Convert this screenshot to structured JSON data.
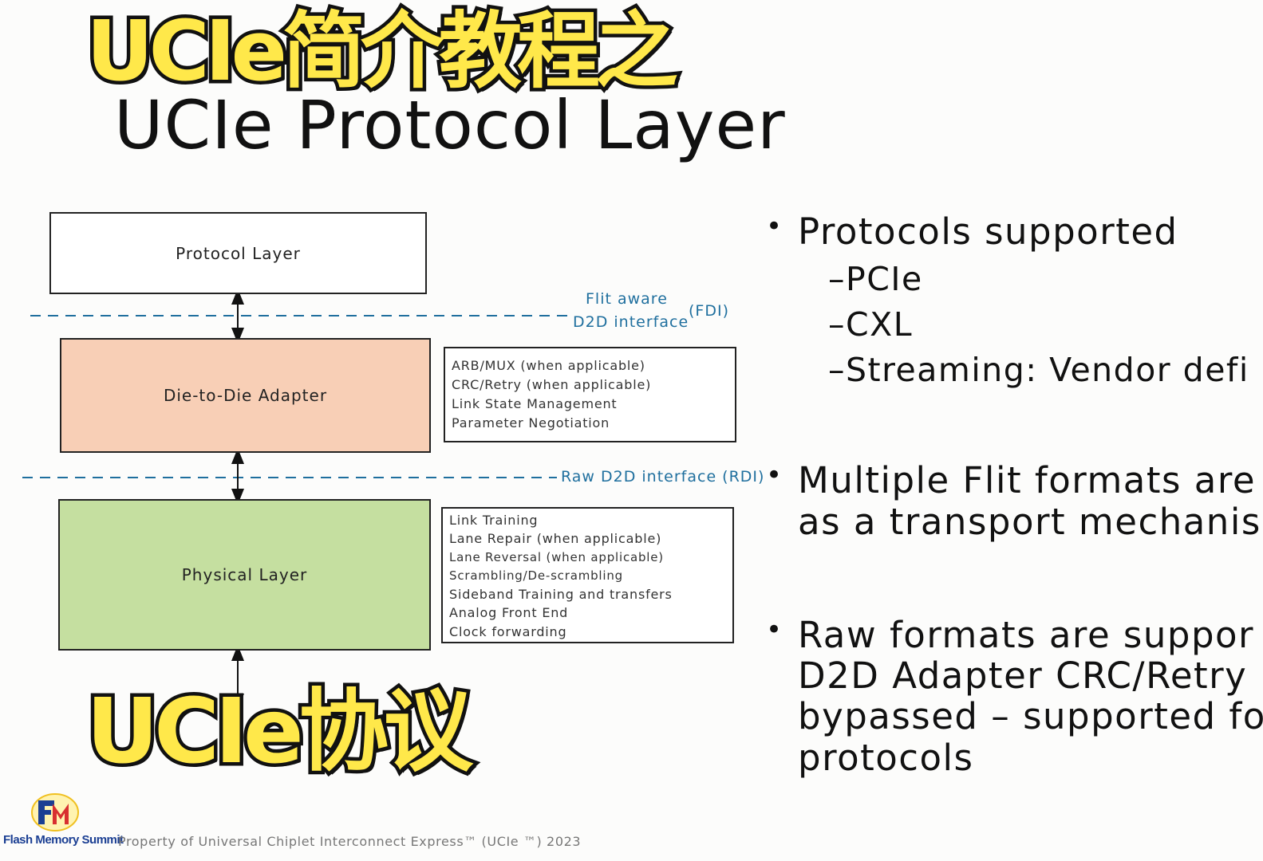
{
  "overlay": {
    "top_title": "UCIe简介教程之",
    "bottom_title": "UCIe协议"
  },
  "slide": {
    "title": "UCIe Protocol Layer"
  },
  "diagram": {
    "protocol_layer": "Protocol Layer",
    "d2d_adapter": "Die-to-Die Adapter",
    "physical_layer": "Physical Layer",
    "fdi_line1": "Flit aware",
    "fdi_line2": "D2D interface",
    "fdi_abbr": "(FDI)",
    "rdi_label": "Raw D2D interface (RDI)",
    "d2d_functions": [
      "ARB/MUX (when applicable)",
      "CRC/Retry (when applicable)",
      "Link State Management",
      "Parameter Negotiation"
    ],
    "phy_functions": [
      "Link Training",
      "Lane Repair (when applicable)",
      "Lane Reversal (when applicable)",
      "Scrambling/De-scrambling",
      "Sideband Training and transfers",
      "Analog Front End",
      "Clock forwarding"
    ]
  },
  "bullets": {
    "b1": "Protocols supported",
    "b1_sub": [
      "–PCIe",
      "–CXL",
      "–Streaming: Vendor defi"
    ],
    "b2_line1": "Multiple Flit formats are",
    "b2_line2": "as a transport mechanis",
    "b3_line1": "Raw formats are suppor",
    "b3_line2": "D2D Adapter CRC/Retry",
    "b3_line3": "bypassed – supported fo",
    "b3_line4": "protocols"
  },
  "footer": {
    "logo_text": "Flash Memory Summit",
    "copyright": "Property of Universal Chiplet Interconnect Express™ (UCIe ™) 2023"
  }
}
